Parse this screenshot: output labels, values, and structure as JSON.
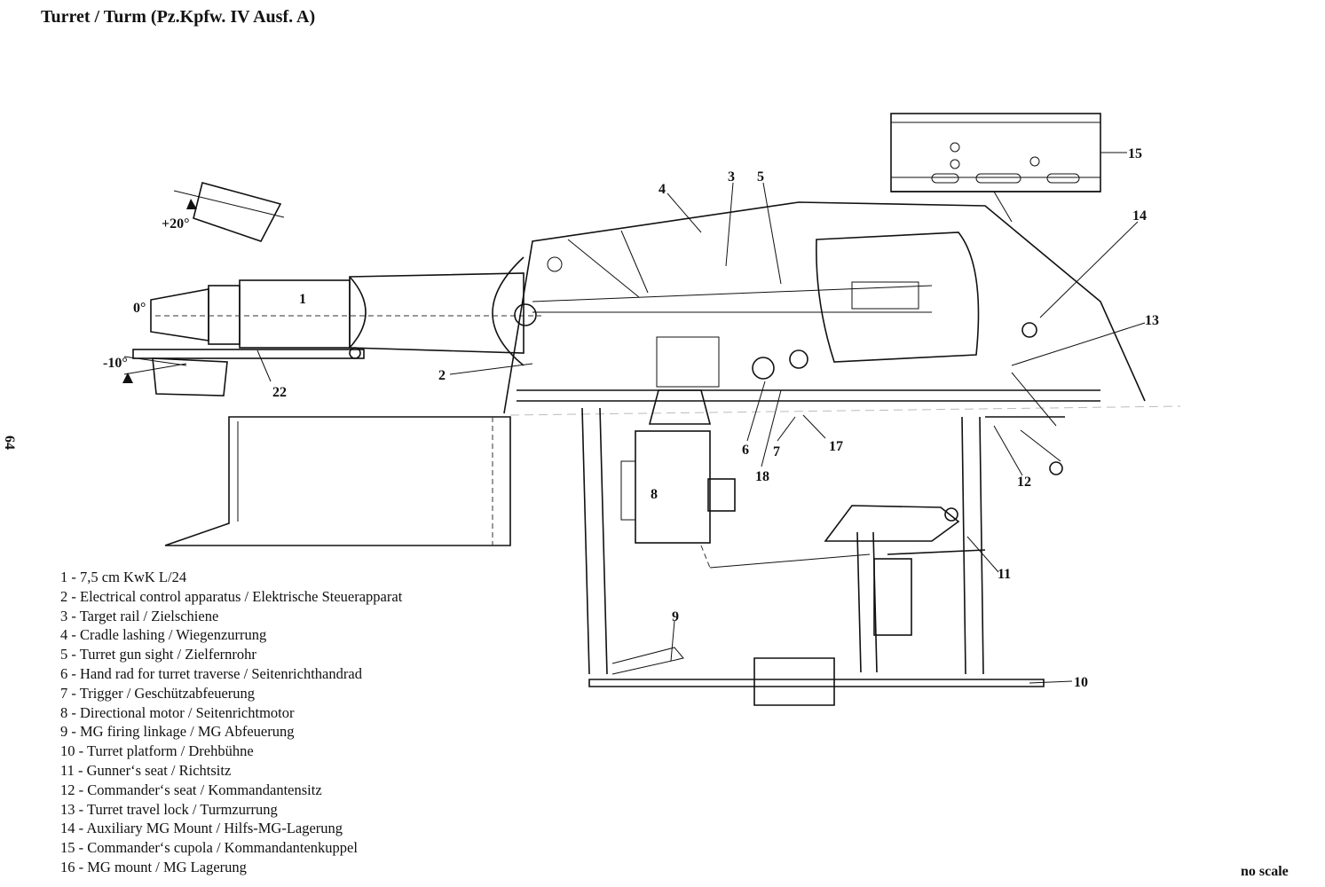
{
  "title": "Turret / Turm (Pz.Kpfw. IV Ausf. A)",
  "page_number": "64",
  "scale_note": "no scale",
  "elevation_labels": {
    "plus": "+20°",
    "zero": "0°",
    "minus": "-10°"
  },
  "callouts": [
    "1",
    "2",
    "3",
    "4",
    "5",
    "6",
    "7",
    "8",
    "9",
    "10",
    "11",
    "12",
    "13",
    "14",
    "15",
    "17",
    "18",
    "22"
  ],
  "legend": [
    "1 - 7,5 cm KwK L/24",
    "2 - Electrical control apparatus / Elektrische Steuerapparat",
    "3 - Target rail / Zielschiene",
    "4 - Cradle lashing / Wiegenzurrung",
    "5 - Turret gun sight / Zielfernrohr",
    "6 - Hand rad for turret traverse / Seitenrichthandrad",
    "7 - Trigger / Geschützabfeuerung",
    "8 - Directional motor / Seitenrichtmotor",
    "9 - MG firing linkage / MG Abfeuerung",
    "10 - Turret platform / Drehbühne",
    "11 - Gunner‘s seat / Richtsitz",
    "12 - Commander‘s seat / Kommandantensitz",
    "13 - Turret travel lock / Turmzurrung",
    "14 - Auxiliary MG Mount / Hilfs-MG-Lagerung",
    "15 - Commander‘s cupola / Kommandantenkuppel",
    "16 - MG mount / MG Lagerung"
  ]
}
